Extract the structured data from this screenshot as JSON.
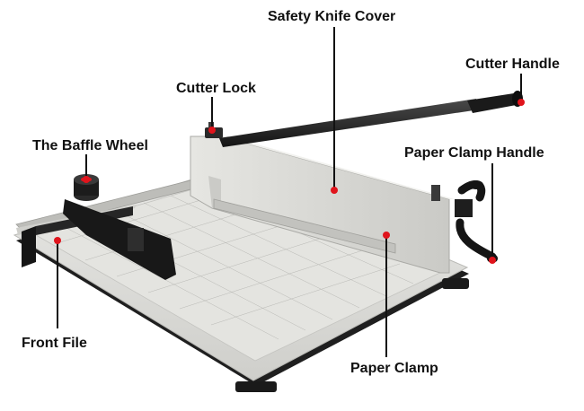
{
  "labels": {
    "safety_knife_cover": "Safety Knife Cover",
    "cutter_handle": "Cutter Handle",
    "cutter_lock": "Cutter Lock",
    "baffle_wheel": "The Baffle Wheel",
    "paper_clamp_handle": "Paper Clamp Handle",
    "front_file": "Front File",
    "paper_clamp": "Paper Clamp"
  },
  "colors": {
    "marker": "#e0141c",
    "leader_line": "#111111",
    "body": "#d7d7d3",
    "metal_dark": "#2a2a2a"
  }
}
